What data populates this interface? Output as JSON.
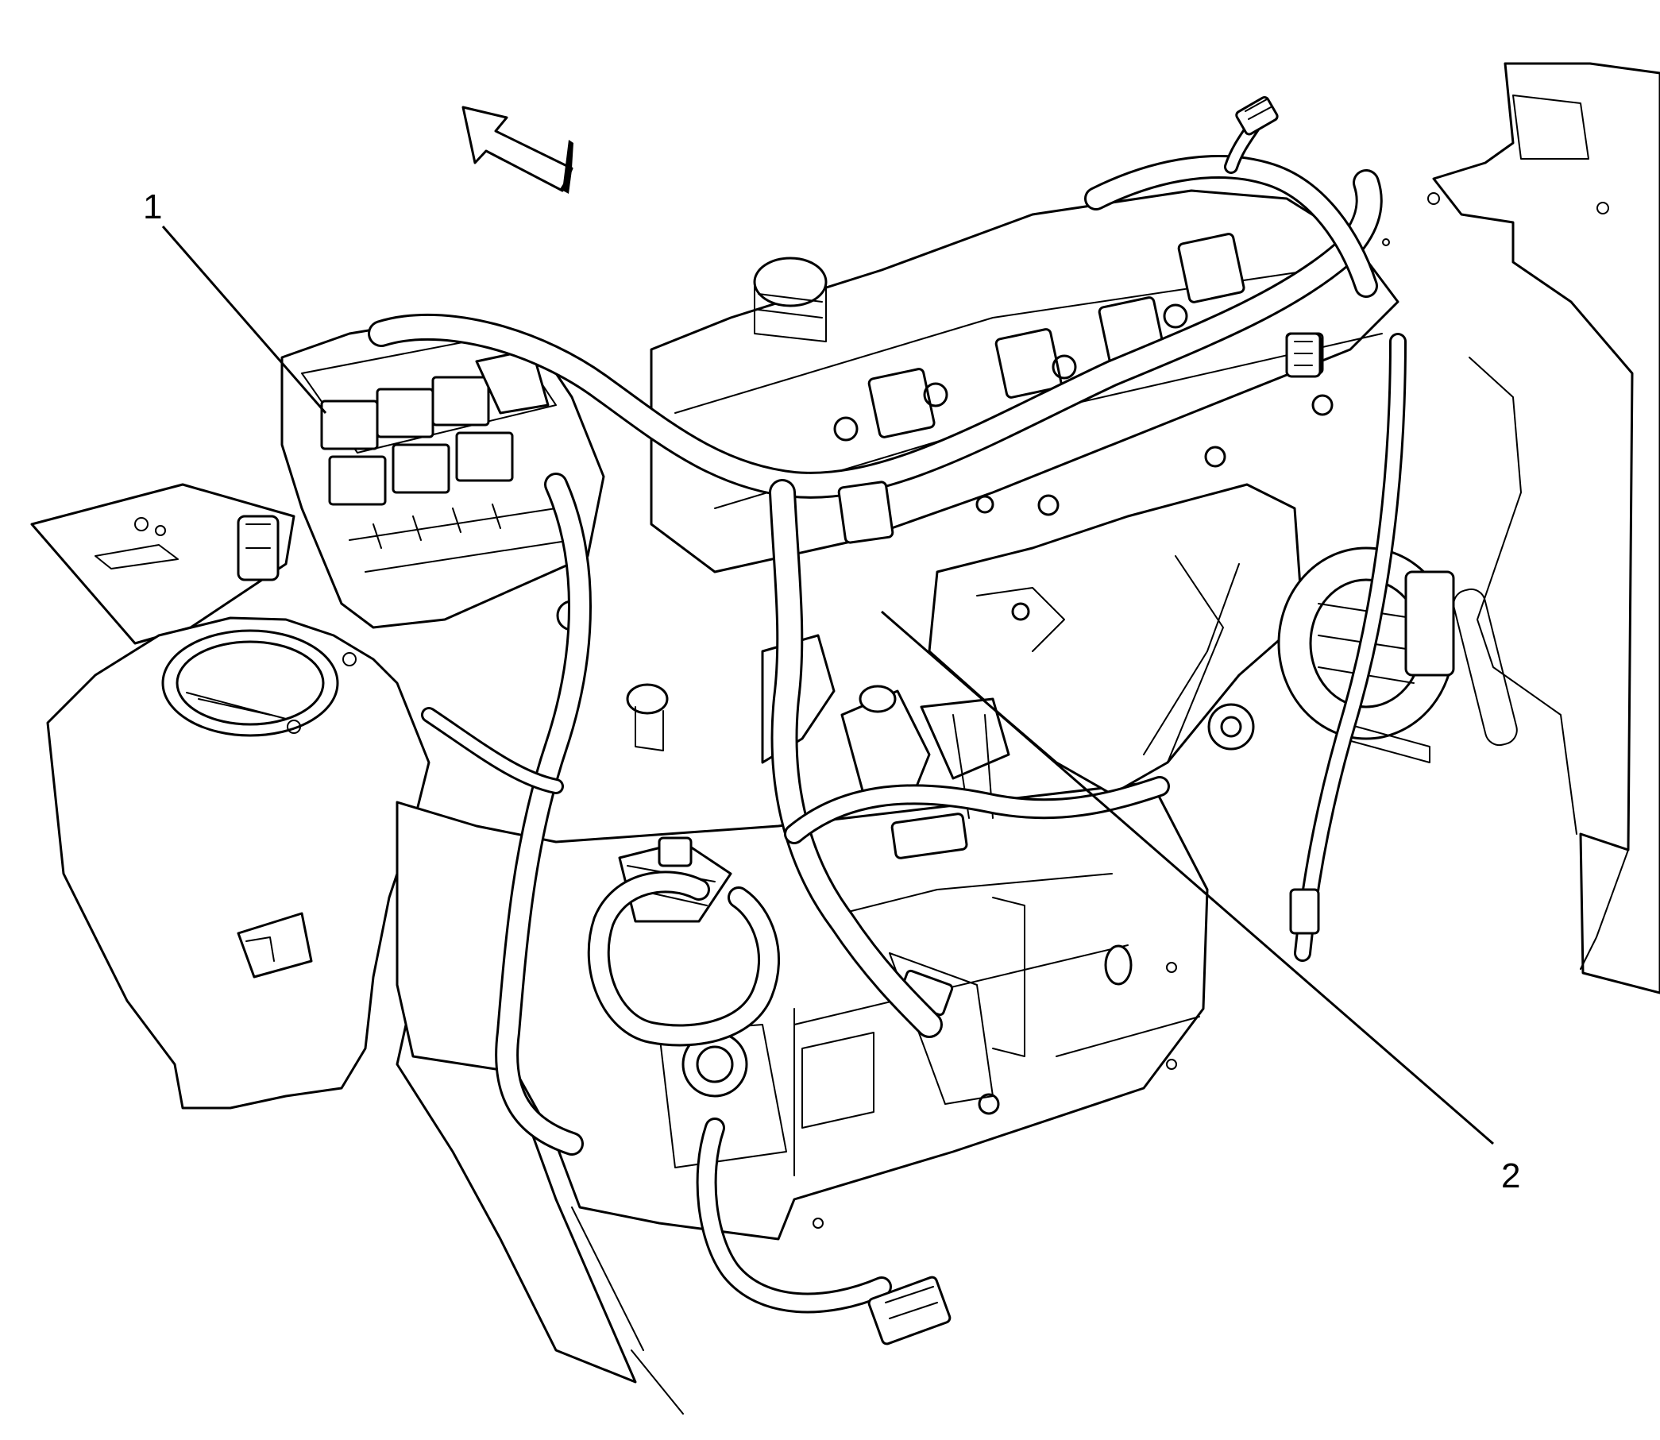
{
  "callouts": [
    {
      "id": "1",
      "label": "1"
    },
    {
      "id": "2",
      "label": "2"
    }
  ],
  "colors": {
    "line": "#000000",
    "background": "#ffffff"
  },
  "icons": {
    "direction": "front-direction-arrow-icon"
  }
}
